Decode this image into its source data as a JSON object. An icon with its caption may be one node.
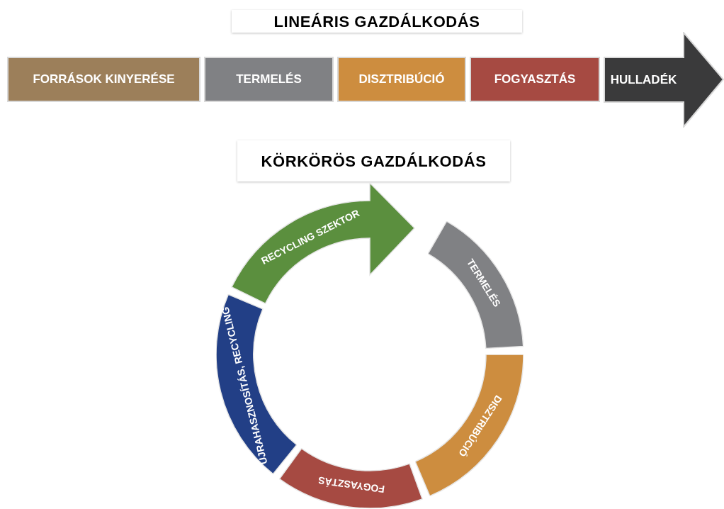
{
  "diagram": {
    "title": "LINEÁRIS GAZDÁLKODÁS",
    "nodes": [
      {
        "text": [
          "FORRÁSOK KINYERÉSE"
        ]
      },
      {
        "text": [
          "TERMELÉS"
        ]
      },
      {
        "text": [
          "DISZTRIBÚCIÓ"
        ]
      },
      {
        "text": [
          "FOGYASZTÁS"
        ]
      },
      {
        "text": [
          "HULLADÉK"
        ]
      },
      {
        "text": [
          "RECYCLING SZEKTOR"
        ]
      },
      {
        "text": [
          "TERMELÉS"
        ]
      },
      {
        "text": [
          "DISZTRIBÚCIÓ"
        ]
      },
      {
        "text": [
          "FOGYASZTÁS"
        ]
      },
      {
        "text": [
          "ÚJRAHASZNOSÍTÁS, RECYCLING"
        ]
      }
    ],
    "labels": [
      "KÖRKÖRÖS GAZDÁLKODÁS"
    ]
  }
}
